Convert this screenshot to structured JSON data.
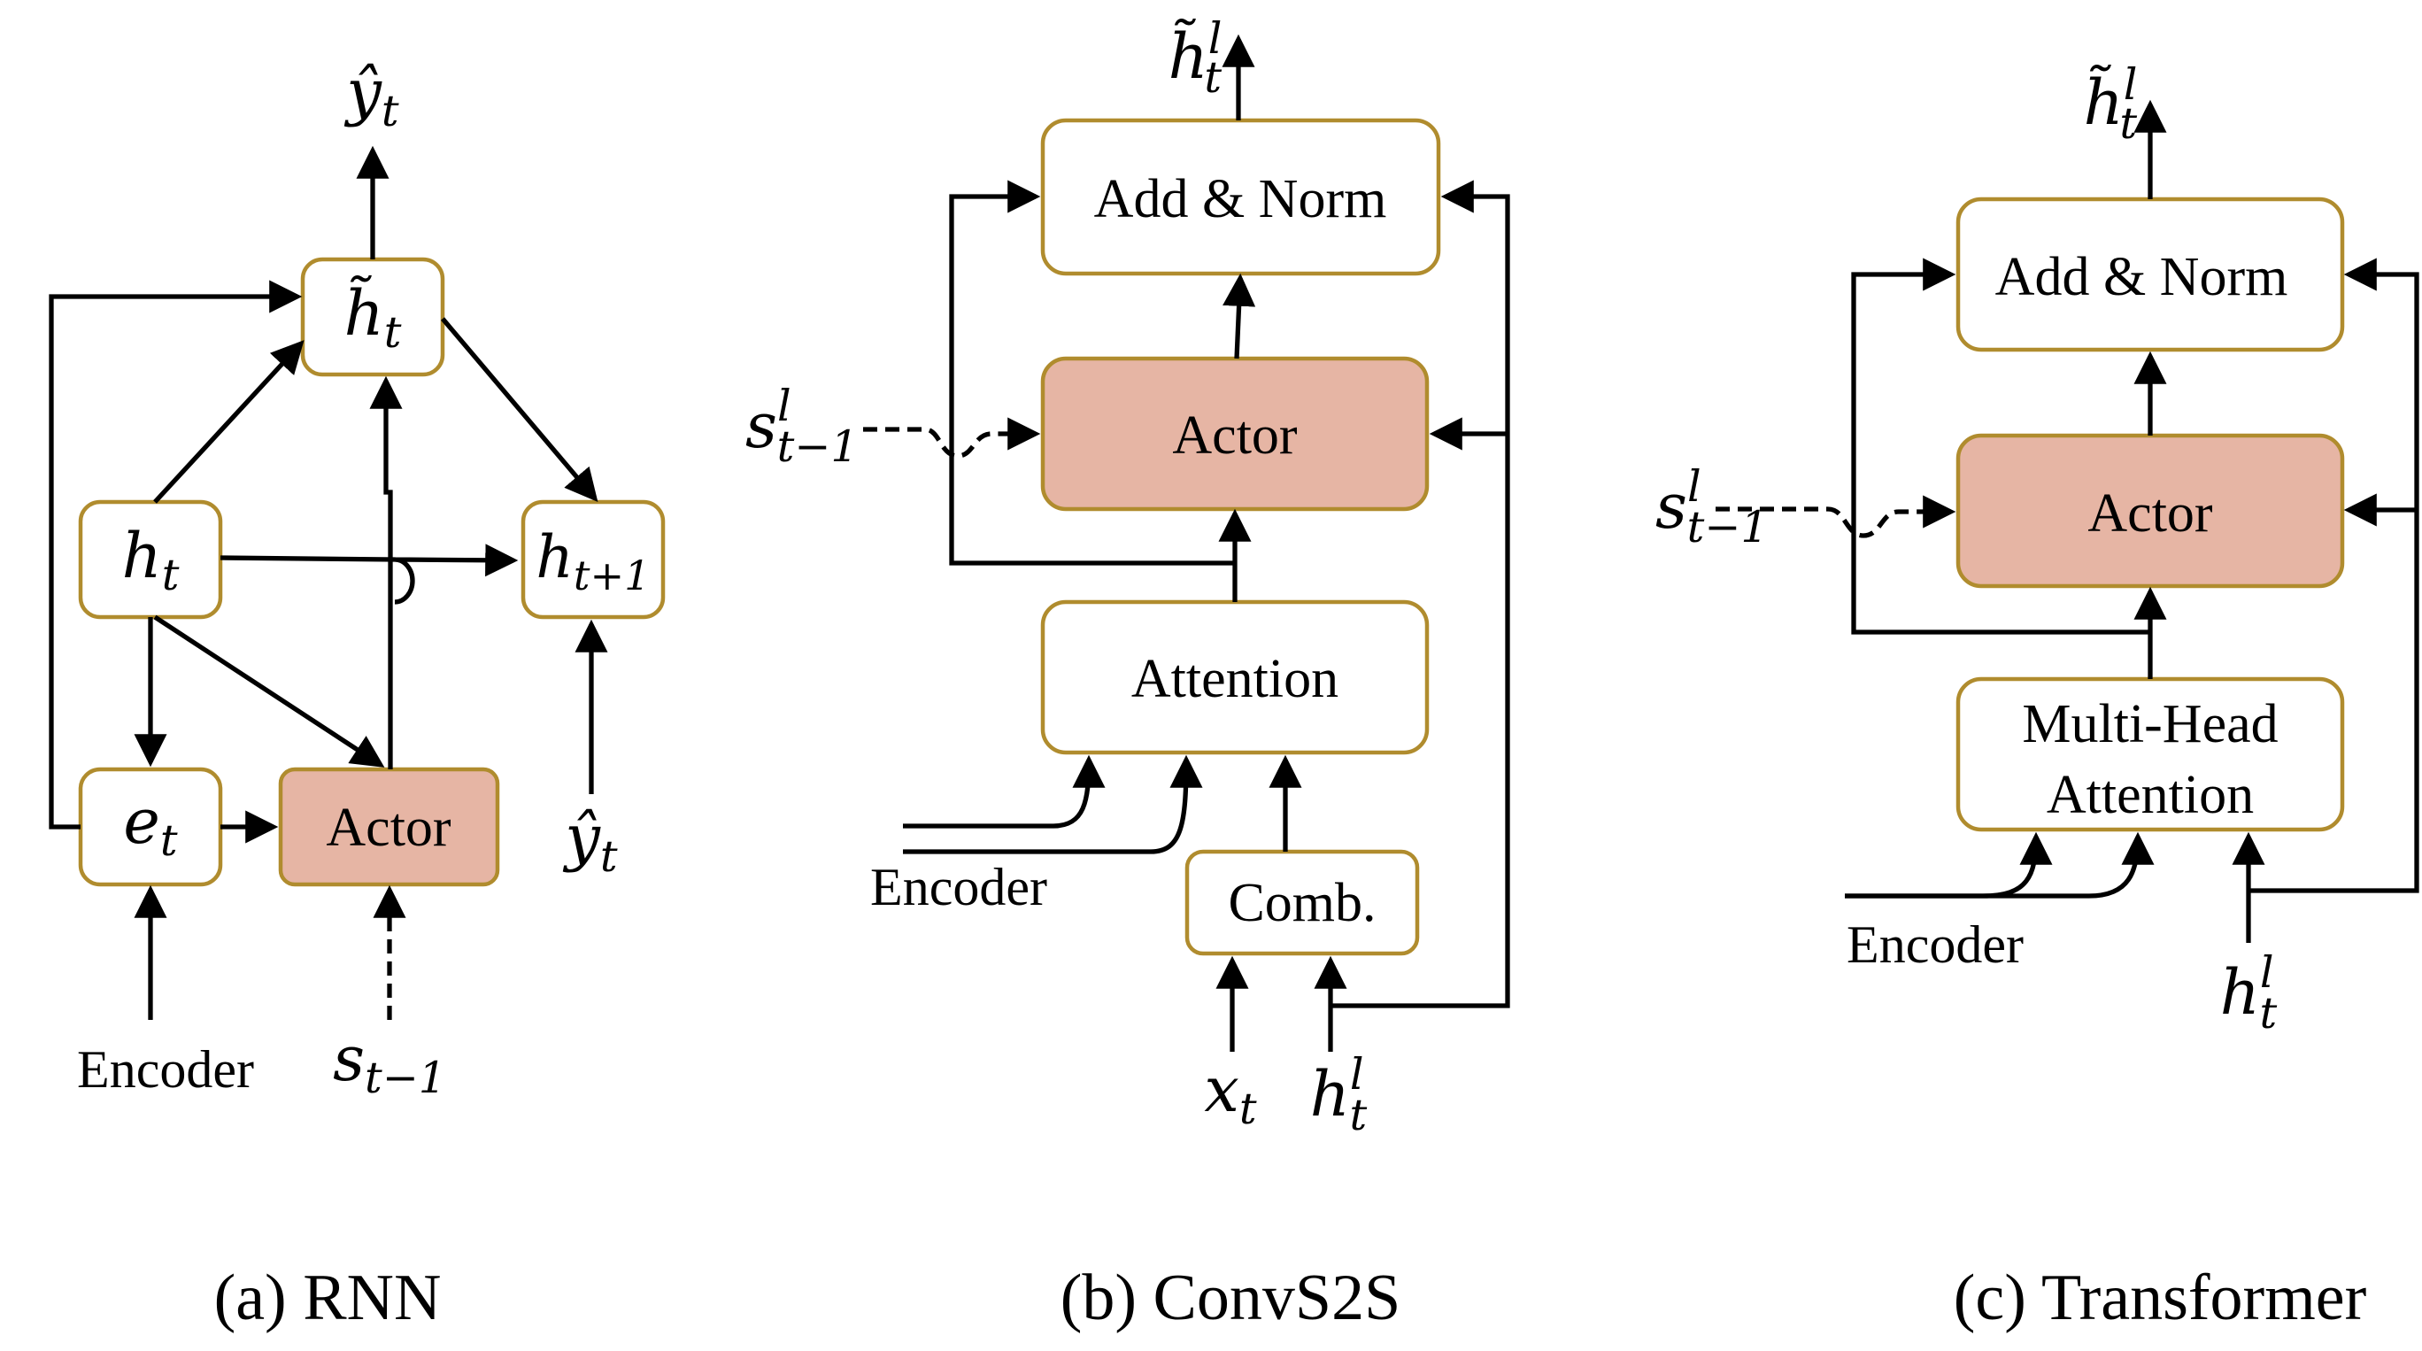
{
  "colors": {
    "box_border": "#b08c2e",
    "actor_fill": "#e6b5a4",
    "line": "#000000"
  },
  "rnn": {
    "caption": "(a) RNN",
    "y_hat_out": {
      "base": "ŷ",
      "sub": "t"
    },
    "h_tilde": {
      "base": "h̃",
      "sub": "t"
    },
    "h_t": {
      "base": "h",
      "sub": "t"
    },
    "h_next": {
      "base": "h",
      "sub": "t+1"
    },
    "e_t": {
      "base": "e",
      "sub": "t"
    },
    "actor": "Actor",
    "y_hat_in": {
      "base": "ŷ",
      "sub": "t"
    },
    "encoder": "Encoder",
    "s_prev": {
      "base": "s",
      "sub": "t−1"
    }
  },
  "convs2s": {
    "caption": "(b) ConvS2S",
    "h_tilde_out": {
      "base": "h̃",
      "sub": "t",
      "sup": "l"
    },
    "add_norm": "Add & Norm",
    "actor": "Actor",
    "attention": "Attention",
    "comb": "Comb.",
    "encoder": "Encoder",
    "s_prev": {
      "base": "s",
      "sub": "t−1",
      "sup": "l"
    },
    "x_t": {
      "base": "x",
      "sub": "t"
    },
    "h_in": {
      "base": "h",
      "sub": "t",
      "sup": "l"
    }
  },
  "transformer": {
    "caption": "(c) Transformer",
    "h_tilde_out": {
      "base": "h̃",
      "sub": "t",
      "sup": "l"
    },
    "add_norm": "Add & Norm",
    "actor": "Actor",
    "mha_line1": "Multi-Head",
    "mha_line2": "Attention",
    "encoder": "Encoder",
    "s_prev": {
      "base": "s",
      "sub": "t−1",
      "sup": "l"
    },
    "h_in": {
      "base": "h",
      "sub": "t",
      "sup": "l"
    }
  }
}
